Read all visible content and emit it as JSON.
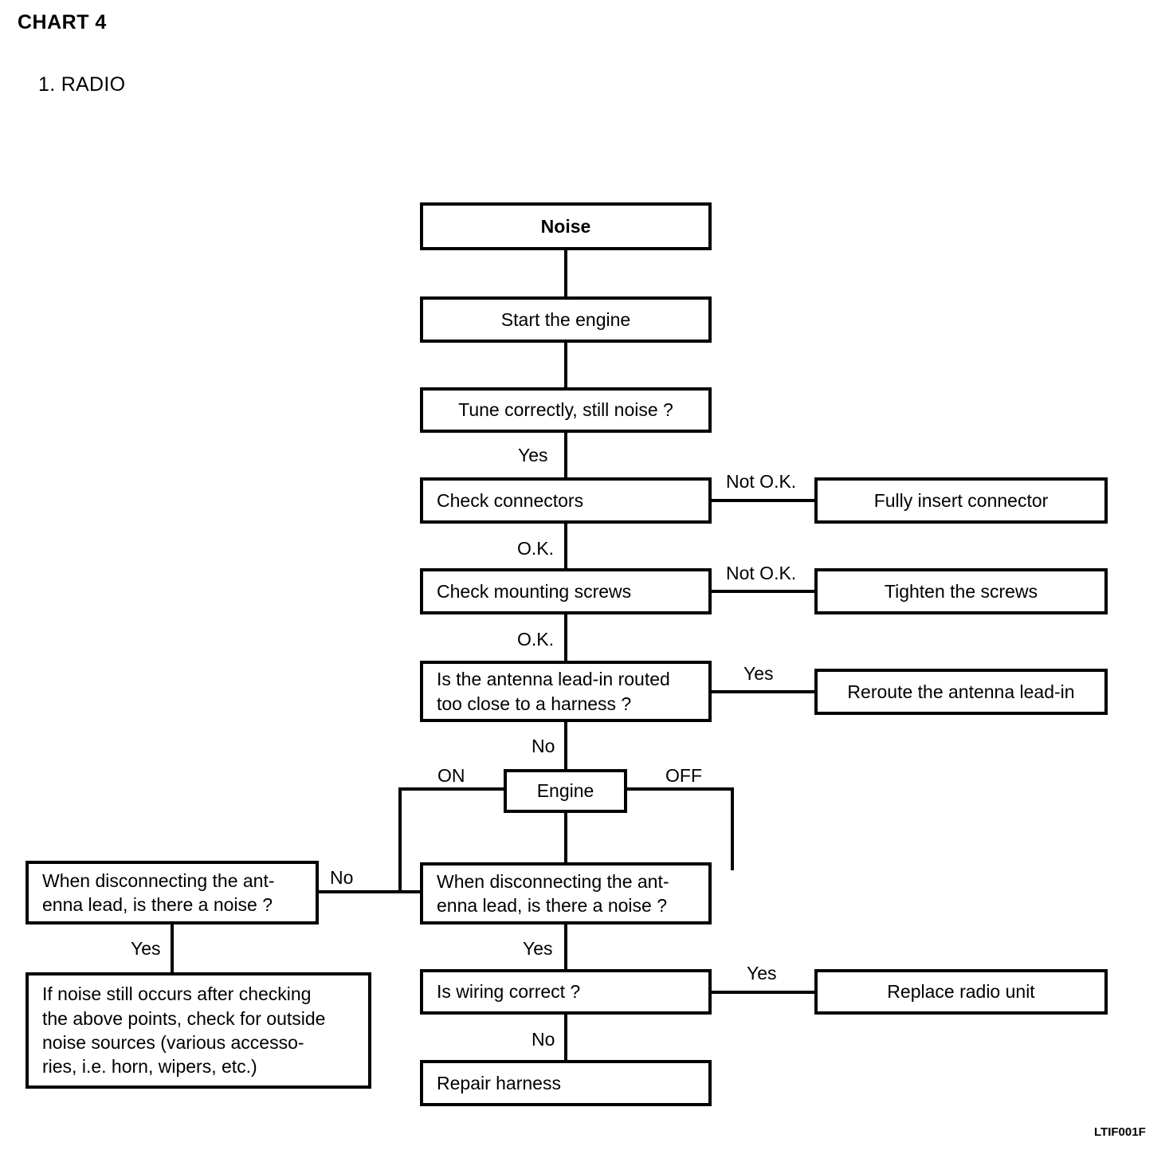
{
  "header": {
    "chart_title": "CHART 4",
    "section_title": "1.  RADIO"
  },
  "footer": {
    "code": "LTIF001F"
  },
  "nodes": {
    "noise": "Noise",
    "start_engine": "Start the engine",
    "tune_correctly": "Tune correctly, still noise ?",
    "check_connectors": "Check connectors",
    "fully_insert_connector": "Fully insert connector",
    "check_mounting_screws": "Check mounting screws",
    "tighten_screws": "Tighten the screws",
    "antenna_leadin_question": "Is the antenna lead-in routed\ntoo close to a harness ?",
    "reroute_antenna_leadin": "Reroute the antenna lead-in",
    "engine": "Engine",
    "disconnect_antenna_left": "When disconnecting the ant-\nenna lead, is there a noise ?",
    "disconnect_antenna_center": "When disconnecting  the ant-\nenna lead, is there a noise ?",
    "outside_noise_note": "If noise still occurs after checking\nthe above points, check for outside\nnoise sources (various accesso-\nries, i.e. horn, wipers, etc.)",
    "is_wiring_correct": "Is wiring correct ?",
    "replace_radio_unit": "Replace radio unit",
    "repair_harness": "Repair harness"
  },
  "edge_labels": {
    "yes_tune": "Yes",
    "not_ok_connectors": "Not O.K.",
    "ok_connectors": "O.K.",
    "not_ok_screws": "Not O.K.",
    "ok_screws": "O.K.",
    "yes_antenna": "Yes",
    "no_antenna": "No",
    "engine_on": "ON",
    "engine_off": "OFF",
    "no_disconnect": "No",
    "yes_left_disconnect": "Yes",
    "yes_center_disconnect": "Yes",
    "yes_wiring": "Yes",
    "no_wiring": "No"
  },
  "colors": {
    "stroke": "#000000",
    "background": "#ffffff"
  }
}
